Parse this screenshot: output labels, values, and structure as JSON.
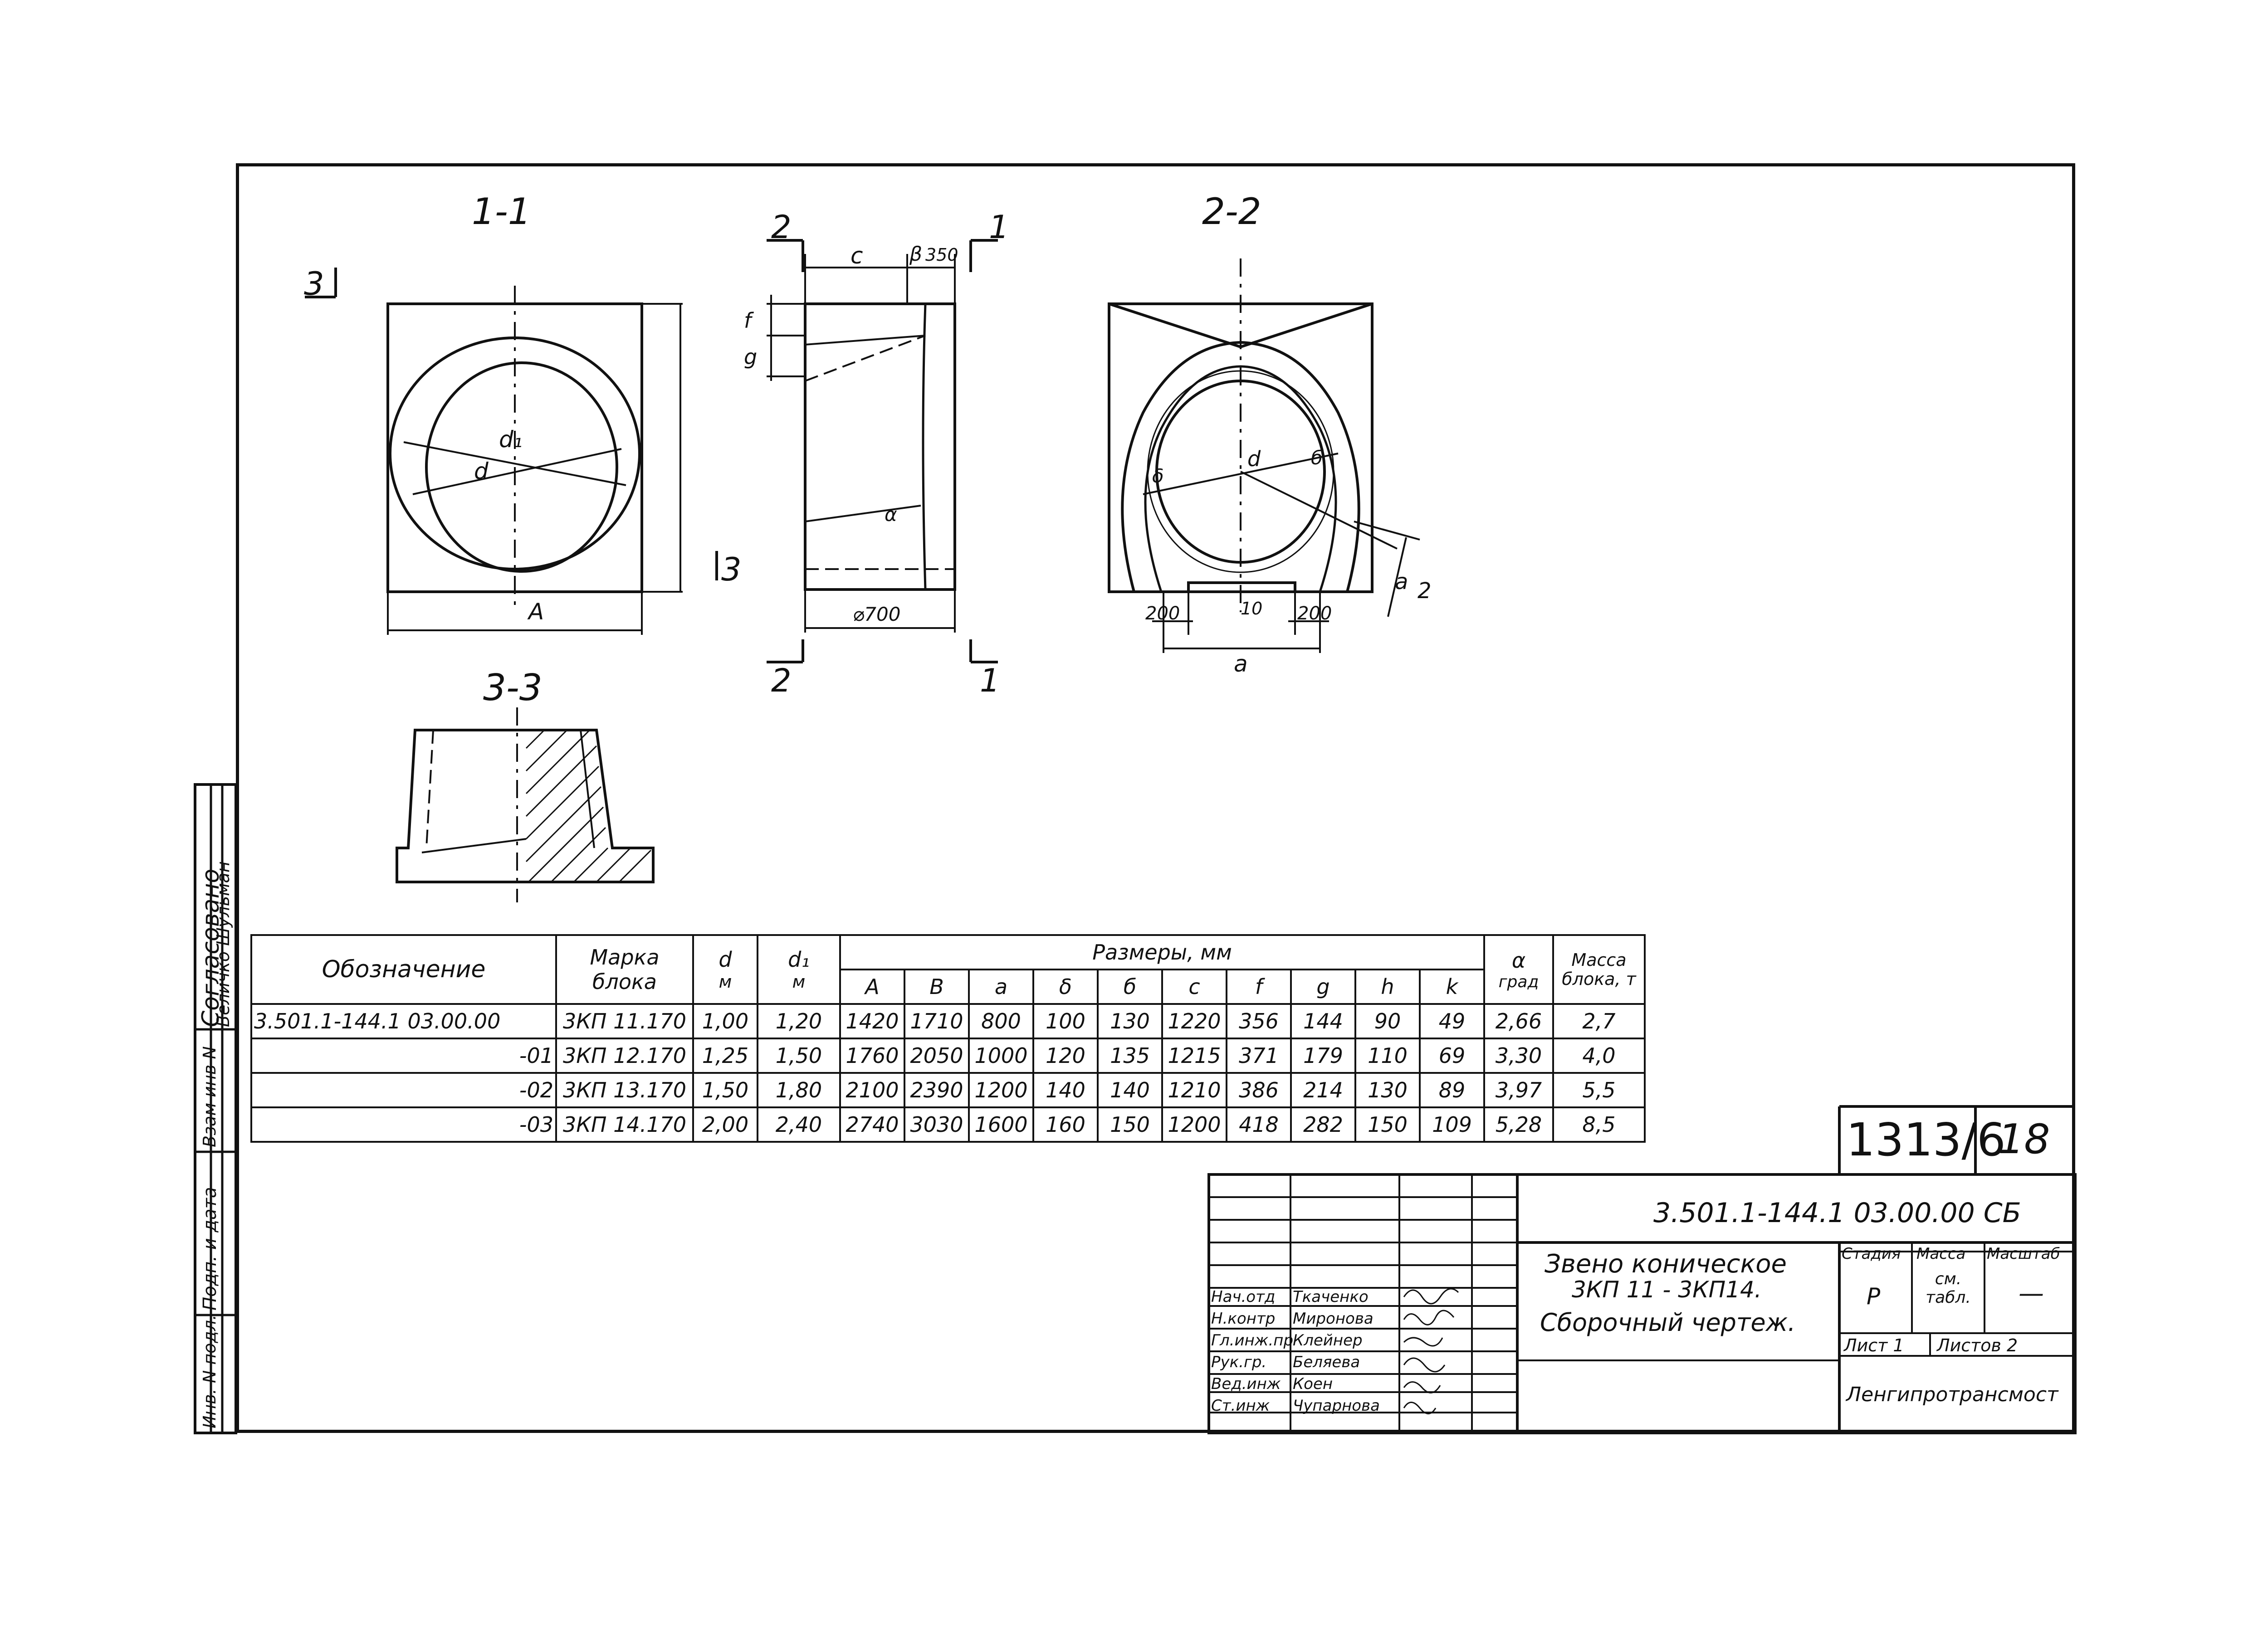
{
  "views": {
    "section_1_1": "1-1",
    "section_2_2": "2-2",
    "section_3_3": "3-3",
    "cut_labels": {
      "one": "1",
      "two": "2",
      "three": "3"
    },
    "dim_labels": {
      "d1": "d₁",
      "d": "d",
      "A": "A",
      "c": "c",
      "b": "β",
      "b_val": "350",
      "f": "f",
      "g": "g",
      "alpha": "α",
      "w700": "⌀700",
      "w200a": "200",
      "w200b": "200",
      "ten": "10",
      "a": "a",
      "a2_num": "a",
      "a2_den": "2",
      "delta": "δ",
      "b6": "б"
    }
  },
  "side_stamp": {
    "agreed": "Согласовано",
    "names": "Величко Шульман",
    "vzam": "Взам инв N",
    "podp": "Подп. и дата",
    "inv": "Инв. N подл."
  },
  "spec_table": {
    "headers": {
      "designation": "Обозначение",
      "mark": "Марка блока",
      "d": "d",
      "d_unit": "м",
      "d1": "d₁",
      "d1_unit": "м",
      "sizes": "Размеры, мм",
      "alpha": "α",
      "alpha_unit": "град",
      "mass": "Масса блока, т",
      "cols": [
        "A",
        "B",
        "a",
        "δ",
        "б",
        "c",
        "f",
        "g",
        "h",
        "k"
      ]
    },
    "rows": [
      [
        "3.501.1-144.1  03.00.00",
        "3КП 11.170",
        "1,00",
        "1,20",
        "1420",
        "1710",
        "800",
        "100",
        "130",
        "1220",
        "356",
        "144",
        "90",
        "49",
        "2,66",
        "2,7"
      ],
      [
        "-01",
        "3КП 12.170",
        "1,25",
        "1,50",
        "1760",
        "2050",
        "1000",
        "120",
        "135",
        "1215",
        "371",
        "179",
        "110",
        "69",
        "3,30",
        "4,0"
      ],
      [
        "-02",
        "3КП 13.170",
        "1,50",
        "1,80",
        "2100",
        "2390",
        "1200",
        "140",
        "140",
        "1210",
        "386",
        "214",
        "130",
        "89",
        "3,97",
        "5,5"
      ],
      [
        "-03",
        "3КП 14.170",
        "2,00",
        "2,40",
        "2740",
        "3030",
        "1600",
        "160",
        "150",
        "1200",
        "418",
        "282",
        "150",
        "109",
        "5,28",
        "8,5"
      ]
    ]
  },
  "title_block": {
    "archive_no": "1313/6",
    "sheet_ref": "18",
    "doc_code": "3.501.1-144.1  03.00.00 СБ",
    "title_line1": "Звено коническое",
    "title_line2": "3КП 11 - 3КП14.",
    "title_line3": "Сборочный чертеж.",
    "stage_h": "Стадия",
    "mass_h": "Масса",
    "scale_h": "Масштаб",
    "stage_v": "Р",
    "mass_v": "см. табл.",
    "scale_v": "—",
    "sheet": "Лист 1",
    "sheets": "Листов 2",
    "org": "Ленгипротрансмост",
    "staff": [
      [
        "Нач.отд",
        "Ткаченко"
      ],
      [
        "Н.контр",
        "Миронова"
      ],
      [
        "Гл.инж.пр",
        "Клейнер"
      ],
      [
        "Рук.гр.",
        "Беляева"
      ],
      [
        "Вед.инж",
        "Коен"
      ],
      [
        "Ст.инж",
        "Чупарнова"
      ]
    ]
  }
}
